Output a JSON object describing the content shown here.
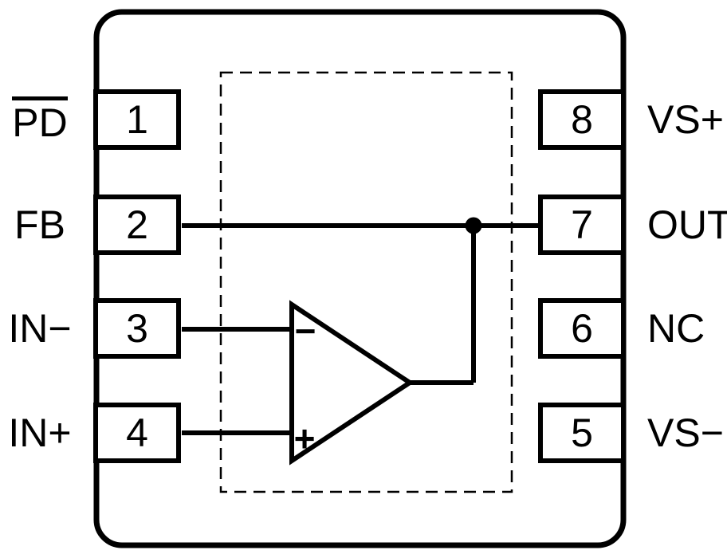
{
  "figure": {
    "background_color": "#ffffff",
    "line_color": "#000000",
    "pins": {
      "left": [
        {
          "number": "1",
          "label": "PD",
          "overline": true
        },
        {
          "number": "2",
          "label": "FB",
          "overline": false
        },
        {
          "number": "3",
          "label": "IN−",
          "overline": false
        },
        {
          "number": "4",
          "label": "IN+",
          "overline": false
        }
      ],
      "right": [
        {
          "number": "8",
          "label": "VS+",
          "overline": false
        },
        {
          "number": "7",
          "label": "OUT",
          "overline": false
        },
        {
          "number": "6",
          "label": "NC",
          "overline": false
        },
        {
          "number": "5",
          "label": "VS−",
          "overline": false
        }
      ]
    },
    "opamp": {
      "inverting_input_symbol": "−",
      "noninverting_input_symbol": "+"
    }
  }
}
